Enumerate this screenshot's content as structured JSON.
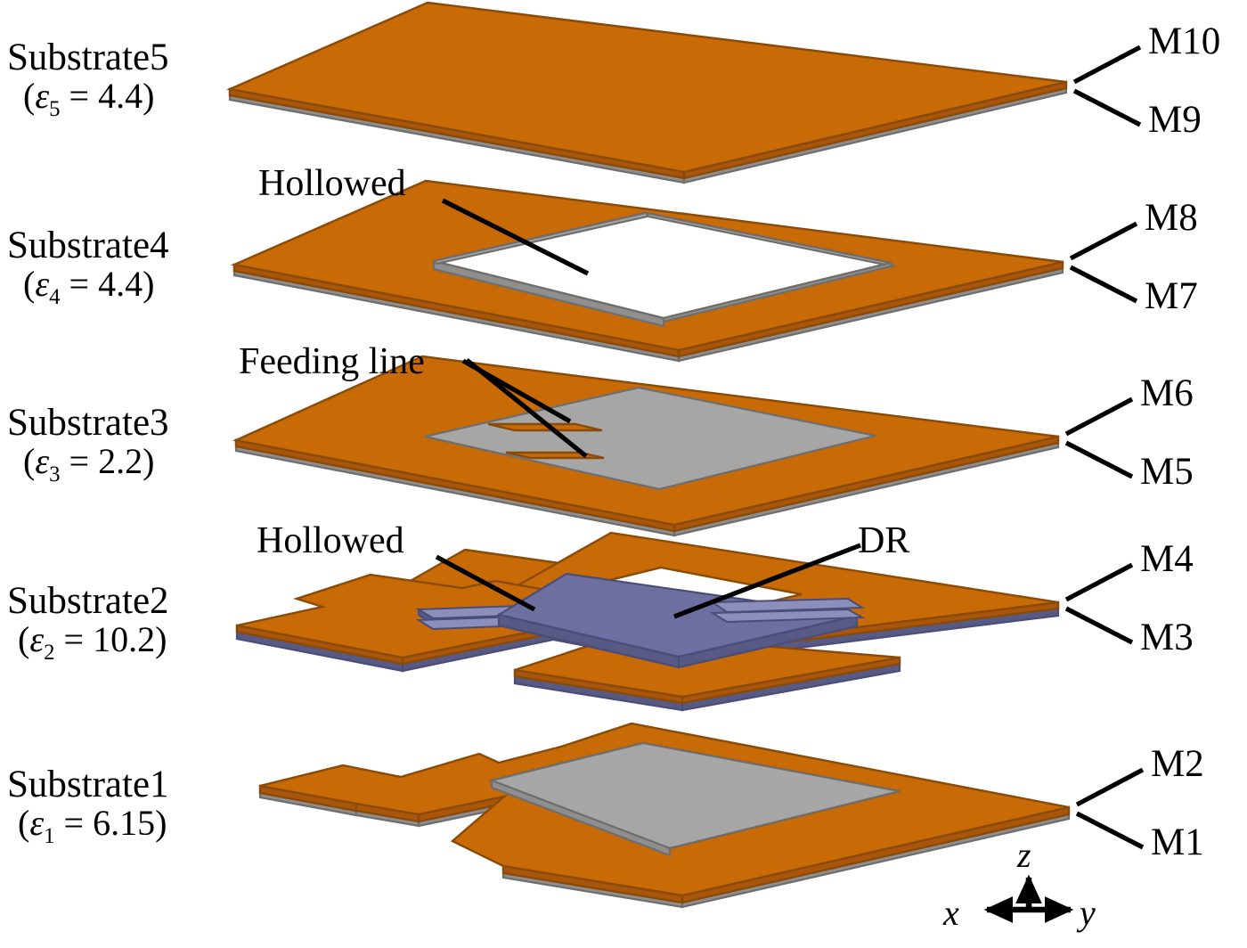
{
  "figure": {
    "kind": "exploded-stackup-diagram",
    "description": "Exploded isometric view of a five-substrate stacked antenna with metal layers M1-M10"
  },
  "colors": {
    "copper": "#C86A06",
    "copper_edge": "#8A4A08",
    "copper_side": "#A9560B",
    "substrate_gray": "#A6A6A6",
    "substrate_gray_side": "#8F8F8F",
    "dr_purple": "#6D6FA0",
    "dr_purple_side": "#585A86",
    "dr_purple_light": "#8C8EBB",
    "outline": "#3A3A3A",
    "background": "#FFFFFF",
    "leader": "#000000"
  },
  "substrates": [
    {
      "id": "substrate5",
      "name": "Substrate5",
      "eps_symbol": "ε",
      "eps_index": "5",
      "eps_value": "4.4",
      "eps_text": "(ε5 = 4.4)"
    },
    {
      "id": "substrate4",
      "name": "Substrate4",
      "eps_symbol": "ε",
      "eps_index": "4",
      "eps_value": "4.4",
      "eps_text": "(ε4 = 4.4)"
    },
    {
      "id": "substrate3",
      "name": "Substrate3",
      "eps_symbol": "ε",
      "eps_index": "3",
      "eps_value": "2.2",
      "eps_text": "(ε3 = 2.2)"
    },
    {
      "id": "substrate2",
      "name": "Substrate2",
      "eps_symbol": "ε",
      "eps_index": "2",
      "eps_value": "10.2",
      "eps_text": "(ε2 = 10.2)"
    },
    {
      "id": "substrate1",
      "name": "Substrate1",
      "eps_symbol": "ε",
      "eps_index": "1",
      "eps_value": "6.15",
      "eps_text": "(ε1 = 6.15)"
    }
  ],
  "metal_layers": [
    {
      "id": "m10",
      "label": "M10"
    },
    {
      "id": "m9",
      "label": "M9"
    },
    {
      "id": "m8",
      "label": "M8"
    },
    {
      "id": "m7",
      "label": "M7"
    },
    {
      "id": "m6",
      "label": "M6"
    },
    {
      "id": "m5",
      "label": "M5"
    },
    {
      "id": "m4",
      "label": "M4"
    },
    {
      "id": "m3",
      "label": "M3"
    },
    {
      "id": "m2",
      "label": "M2"
    },
    {
      "id": "m1",
      "label": "M1"
    }
  ],
  "annotations": [
    {
      "id": "hollowed-sub4",
      "label": "Hollowed",
      "target": "substrate4-aperture"
    },
    {
      "id": "feeding-line",
      "label": "Feeding line",
      "target": "substrate3-feed-strips"
    },
    {
      "id": "hollowed-sub2",
      "label": "Hollowed",
      "target": "substrate2-aperture"
    },
    {
      "id": "dr",
      "label": "DR",
      "target": "dielectric-resonator"
    }
  ],
  "axes": {
    "z": "z",
    "x": "x",
    "y": "y"
  }
}
